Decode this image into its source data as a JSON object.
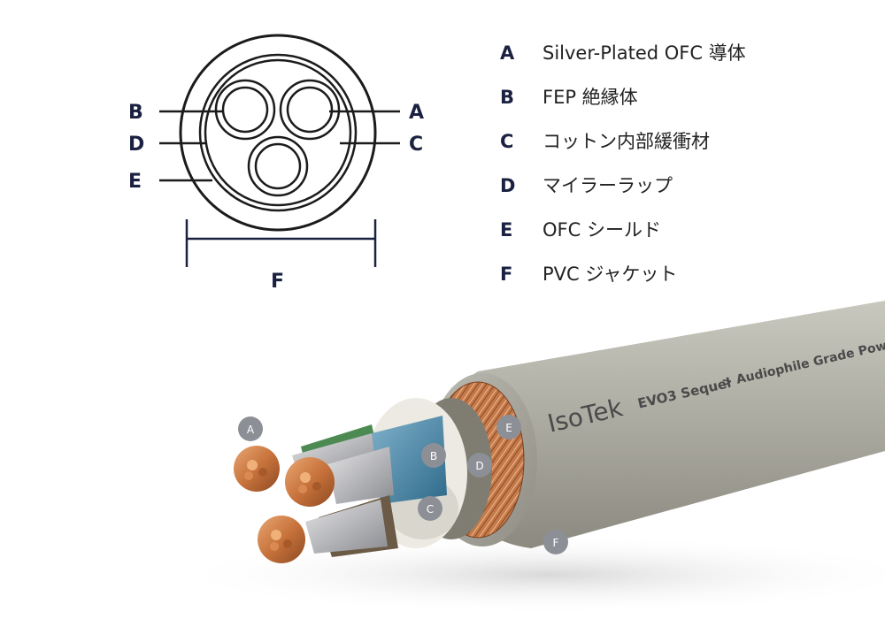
{
  "cross_section": {
    "labels": {
      "A": "A",
      "B": "B",
      "C": "C",
      "D": "D",
      "E": "E",
      "F": "F"
    }
  },
  "legend": [
    {
      "key": "A",
      "text": "Silver-Plated OFC 導体"
    },
    {
      "key": "B",
      "text": "FEP 絶縁体"
    },
    {
      "key": "C",
      "text": "コットン内部緩衝材"
    },
    {
      "key": "D",
      "text": "マイラーラップ"
    },
    {
      "key": "E",
      "text": "OFC シールド"
    },
    {
      "key": "F",
      "text": "PVC ジャケット"
    }
  ],
  "cable": {
    "brand": "IsoTek",
    "model": "EVO3 Sequel",
    "tagline": "> Audiophile Grade Pow",
    "badges": [
      "A",
      "B",
      "C",
      "D",
      "E",
      "F"
    ]
  },
  "colors": {
    "navy": "#1b2140",
    "jacket": "#a7a59b",
    "copper": "#c8733c",
    "badge": "#8d8f96"
  }
}
